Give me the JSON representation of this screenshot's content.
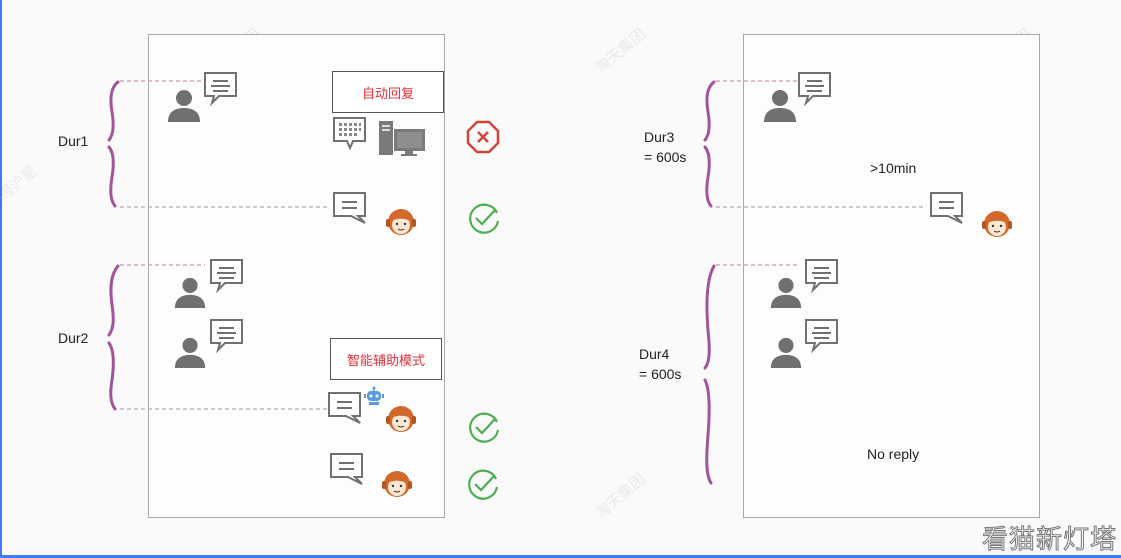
{
  "left_scenario": {
    "dur1_label": "Dur1",
    "dur2_label": "Dur2",
    "auto_reply_label": "自动回复",
    "smart_assist_label": "智能辅助模式",
    "results": [
      "fail",
      "success",
      "success",
      "success"
    ]
  },
  "right_scenario": {
    "dur3_label": "Dur3",
    "dur3_value": "= 600s",
    "dur4_label": "Dur4",
    "dur4_value": "= 600s",
    "wait_note": ">10min",
    "no_reply_note": "No reply"
  },
  "watermarks": {
    "company": "淘天集团",
    "person": "周沪星",
    "corner": "看猫新灯塔"
  },
  "colors": {
    "frame_blue": "#3b7ded",
    "brace_purple": "#a0559a",
    "dashed_pink": "#d8a6b8",
    "agent_orange": "#d2692a",
    "check_green": "#4caf50",
    "fail_red": "#d0443a",
    "label_red": "#e0303a",
    "icon_gray": "#707070",
    "robot_blue": "#5a9be0"
  }
}
